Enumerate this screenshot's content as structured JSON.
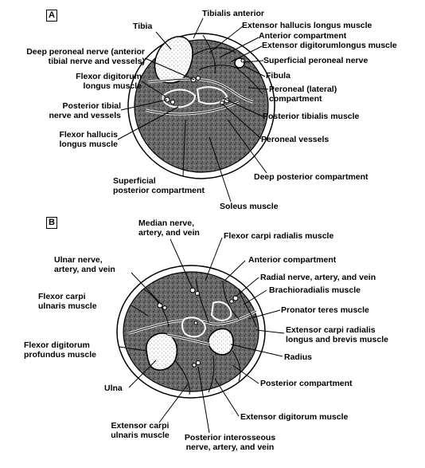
{
  "panels": {
    "a": {
      "tag": "A",
      "labels": {
        "tibia": "Tibia",
        "tibialis_anterior": "Tibialis anterior",
        "ext_hallucis": "Extensor hallucis longus muscle",
        "anterior_comp": "Anterior compartment",
        "ext_digitorum": "Extensor digitorumlongus muscle",
        "deep_peroneal": "Deep peroneal nerve (anterior\ntibial nerve and vessels)",
        "superficial_peroneal": "Superficial peroneal nerve",
        "fibula": "Fibula",
        "flexor_dig_longus": "Flexor digitorum\nlongus muscle",
        "peroneal_comp": "Peroneal (lateral)\ncompartment",
        "post_tibial_nerve": "Posterior tibial\nnerve and vessels",
        "post_tibialis": "Posterior tibialis muscle",
        "flexor_hallucis": "Flexor hallucis\nlongus muscle",
        "peroneal_vessels": "Peroneal vessels",
        "deep_posterior": "Deep posterior compartment",
        "superficial_posterior": "Superficial\nposterior compartment",
        "soleus": "Soleus muscle"
      }
    },
    "b": {
      "tag": "B",
      "labels": {
        "median": "Median nerve,\nartery, and vein",
        "fcr": "Flexor carpi radialis muscle",
        "ulnar_nerve": "Ulnar nerve,\nartery, and vein",
        "anterior_comp": "Anterior compartment",
        "radial_nerve": "Radial nerve, artery, and vein",
        "brachioradialis": "Brachioradialis muscle",
        "fcu": "Flexor carpi\nulnaris muscle",
        "pronator": "Pronator teres muscle",
        "ecr": "Extensor carpi radialis\nlongus and brevis muscle",
        "fdp": "Flexor digitorum\nprofundus muscle",
        "radius": "Radius",
        "ulna": "Ulna",
        "posterior_comp": "Posterior compartment",
        "ext_digitorum": "Extensor digitorum muscle",
        "ecu": "Extensor carpi\nulnaris muscle",
        "post_interosseous": "Posterior interosseous\nnerve, artery, and vein"
      }
    }
  },
  "colors": {
    "ink": "#000000",
    "muscle": "#5a5a5a",
    "bone": "#ffffff"
  }
}
